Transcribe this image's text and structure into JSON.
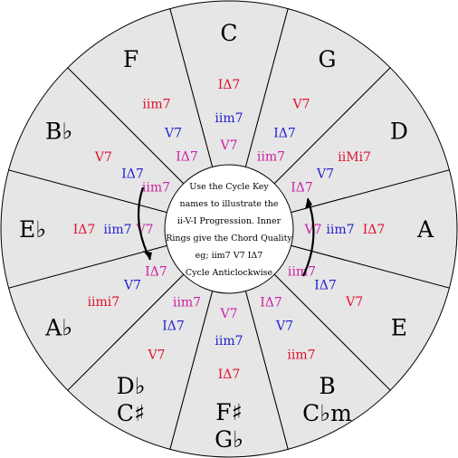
{
  "colors": {
    "wedge_fill": "#e6e6e6",
    "outline": "#000000",
    "center_fill": "#ffffff",
    "red": "#e0102a",
    "blue": "#1f1fcf",
    "magenta": "#cc1fa3"
  },
  "sectors": [
    {
      "keys": [
        "C"
      ],
      "rings": [
        "IΔ7",
        "iim7",
        "V7"
      ]
    },
    {
      "keys": [
        "G"
      ],
      "rings": [
        "V7",
        "IΔ7",
        "iim7"
      ]
    },
    {
      "keys": [
        "D"
      ],
      "rings": [
        "iiMi7",
        "V7",
        "IΔ7"
      ]
    },
    {
      "keys": [
        "A"
      ],
      "rings": [
        "IΔ7",
        "iim7",
        "V7"
      ]
    },
    {
      "keys": [
        "E"
      ],
      "rings": [
        "V7",
        "IΔ7",
        "iim7"
      ]
    },
    {
      "keys": [
        "B",
        "C♭m"
      ],
      "rings": [
        "iim7",
        "V7",
        "IΔ7"
      ]
    },
    {
      "keys": [
        "F♯",
        "G♭"
      ],
      "rings": [
        "IΔ7",
        "iim7",
        "V7"
      ]
    },
    {
      "keys": [
        "D♭",
        "C♯"
      ],
      "rings": [
        "V7",
        "IΔ7",
        "iim7"
      ]
    },
    {
      "keys": [
        "A♭"
      ],
      "rings": [
        "iimi7",
        "V7",
        "IΔ7"
      ]
    },
    {
      "keys": [
        "E♭"
      ],
      "rings": [
        "IΔ7",
        "iim7",
        "V7"
      ]
    },
    {
      "keys": [
        "B♭"
      ],
      "rings": [
        "V7",
        "IΔ7",
        "iim7"
      ]
    },
    {
      "keys": [
        "F"
      ],
      "rings": [
        "iim7",
        "V7",
        "IΔ7"
      ]
    }
  ],
  "center_note": [
    "Use the Cycle Key",
    "names to illustrate the",
    "ii-V-I Progression. Inner",
    "Rings give the Chord Quality",
    "eg; iim7 V7 IΔ7",
    "Cycle Anticlockwise"
  ]
}
